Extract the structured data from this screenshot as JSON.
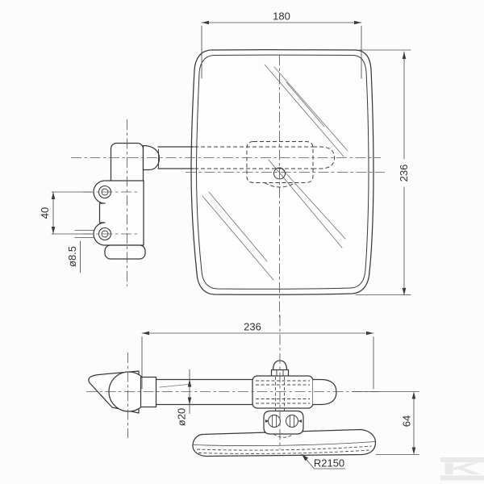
{
  "drawing": {
    "labels": {
      "front_width": "180",
      "front_height": "236",
      "hole_spacing": "40",
      "hole_diameter": "ø8.5",
      "side_length": "236",
      "arm_diameter": "ø20",
      "side_depth": "64",
      "glass_radius": "R2150"
    },
    "watermark": "K",
    "colors": {
      "line": "#383838",
      "dimension": "#4d4d4d",
      "background": "#fcfcfc",
      "watermark": "#e9e9e9"
    }
  }
}
